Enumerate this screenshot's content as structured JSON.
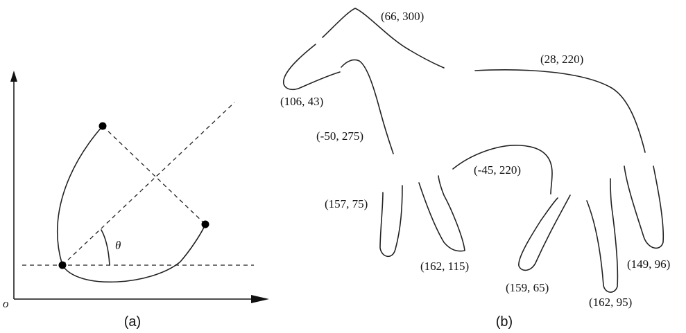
{
  "panel_a": {
    "caption": "(a)",
    "origin_label": "o",
    "angle_label": "θ"
  },
  "panel_b": {
    "caption": "(b)",
    "labels": [
      "(66, 300)",
      "(28, 220)",
      "(106, 43)",
      "(-50, 275)",
      "(-45, 220)",
      "(157, 75)",
      "(162, 115)",
      "(159, 65)",
      "(162, 95)",
      "(149, 96)"
    ]
  }
}
